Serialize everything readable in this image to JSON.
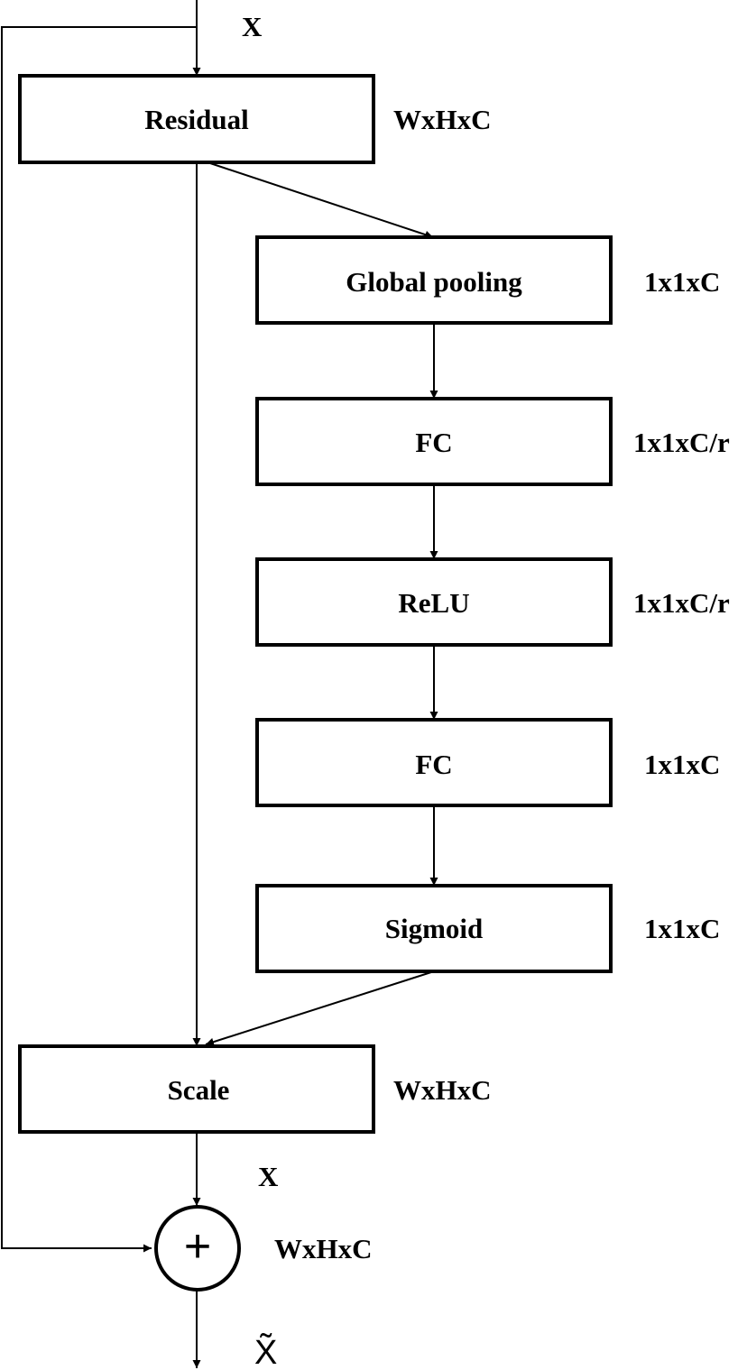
{
  "input_label": "X",
  "blocks": [
    {
      "id": "residual",
      "label": "Residual",
      "dim": "WxHxC"
    },
    {
      "id": "global-pooling",
      "label": "Global pooling",
      "dim": "1x1xC"
    },
    {
      "id": "fc1",
      "label": "FC",
      "dim": "1x1xC/r"
    },
    {
      "id": "relu",
      "label": "ReLU",
      "dim": "1x1xC/r"
    },
    {
      "id": "fc2",
      "label": "FC",
      "dim": "1x1xC"
    },
    {
      "id": "sigmoid",
      "label": "Sigmoid",
      "dim": "1x1xC"
    },
    {
      "id": "scale",
      "label": "Scale",
      "dim": "WxHxC"
    }
  ],
  "scale_output_label": "X",
  "sum": {
    "symbol": "+",
    "dim": "WxHxC"
  },
  "output_label": "X̃"
}
